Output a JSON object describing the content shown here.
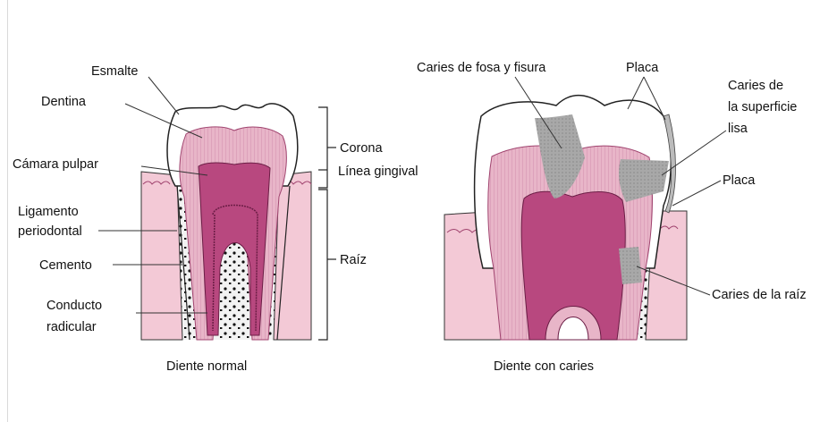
{
  "normal_tooth": {
    "caption": "Diente normal",
    "labels": {
      "esmalte": "Esmalte",
      "dentina": "Dentina",
      "camara": "Cámara pulpar",
      "ligamento_1": "Ligamento",
      "ligamento_2": "periodontal",
      "cemento": "Cemento",
      "conducto_1": "Conducto",
      "conducto_2": "radicular",
      "corona": "Corona",
      "linea": "Línea gingival",
      "raiz": "Raíz"
    }
  },
  "caries_tooth": {
    "caption": "Diente con caries",
    "labels": {
      "fosa": "Caries de fosa y fisura",
      "placa_top": "Placa",
      "lisa_1": "Caries de",
      "lisa_2": "la superficie",
      "lisa_3": "lisa",
      "placa_right": "Placa",
      "raiz": "Caries de la raíz"
    }
  },
  "colors": {
    "dentin": "#e8b5c8",
    "pulp": "#b8487f",
    "gum": "#f3c9d6",
    "bone": "#e5e5e5",
    "caries": "#a9a9a9"
  }
}
